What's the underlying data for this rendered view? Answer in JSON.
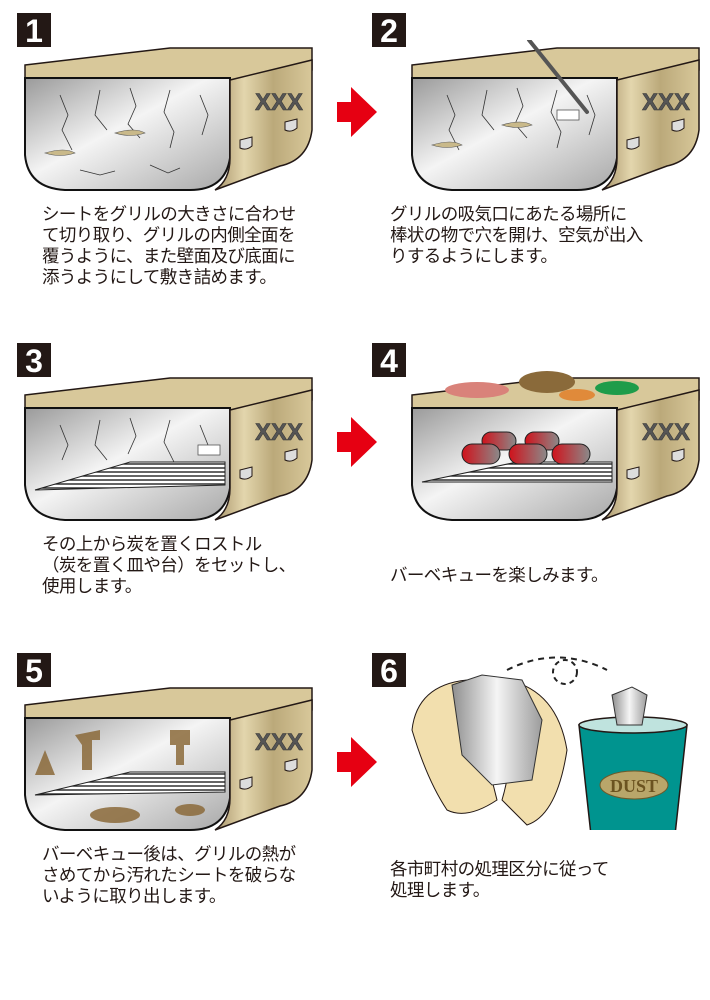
{
  "steps": [
    {
      "number": "1",
      "caption": "シートをグリルの大きさに合わせ\nて切り取り、グリルの内側全面を\n覆うように、また壁面及び底面に\n添うようにして敷き詰めます。",
      "illustration": "grill-lined-with-foil-sheet"
    },
    {
      "number": "2",
      "caption": "グリルの吸気口にあたる場所に\n棒状の物で穴を開け、空気が出入\nりするようにします。",
      "illustration": "poking-air-hole-with-stick"
    },
    {
      "number": "3",
      "caption": "その上から炭を置くロストル\n（炭を置く皿や台）をセットし、\n使用します。",
      "illustration": "grill-with-charcoal-grate"
    },
    {
      "number": "4",
      "caption": "バーベキューを楽しみます。",
      "illustration": "grill-with-charcoal-and-food"
    },
    {
      "number": "5",
      "caption": "バーベキュー後は、グリルの熱が\nさめてから汚れたシートを破らな\nいように取り出します。",
      "illustration": "dirty-sheet-after-use"
    },
    {
      "number": "6",
      "caption": "各市町村の処理区分に従って\n処理します。",
      "illustration": "crumple-sheet-into-trash",
      "bin_label": "DUST"
    }
  ],
  "grill_label": "XXX",
  "colors": {
    "arrow": "#e60012",
    "badge": "#231815",
    "grill_body": "#c9b98a",
    "bin": "#00948f",
    "hand": "#f2dfae"
  }
}
